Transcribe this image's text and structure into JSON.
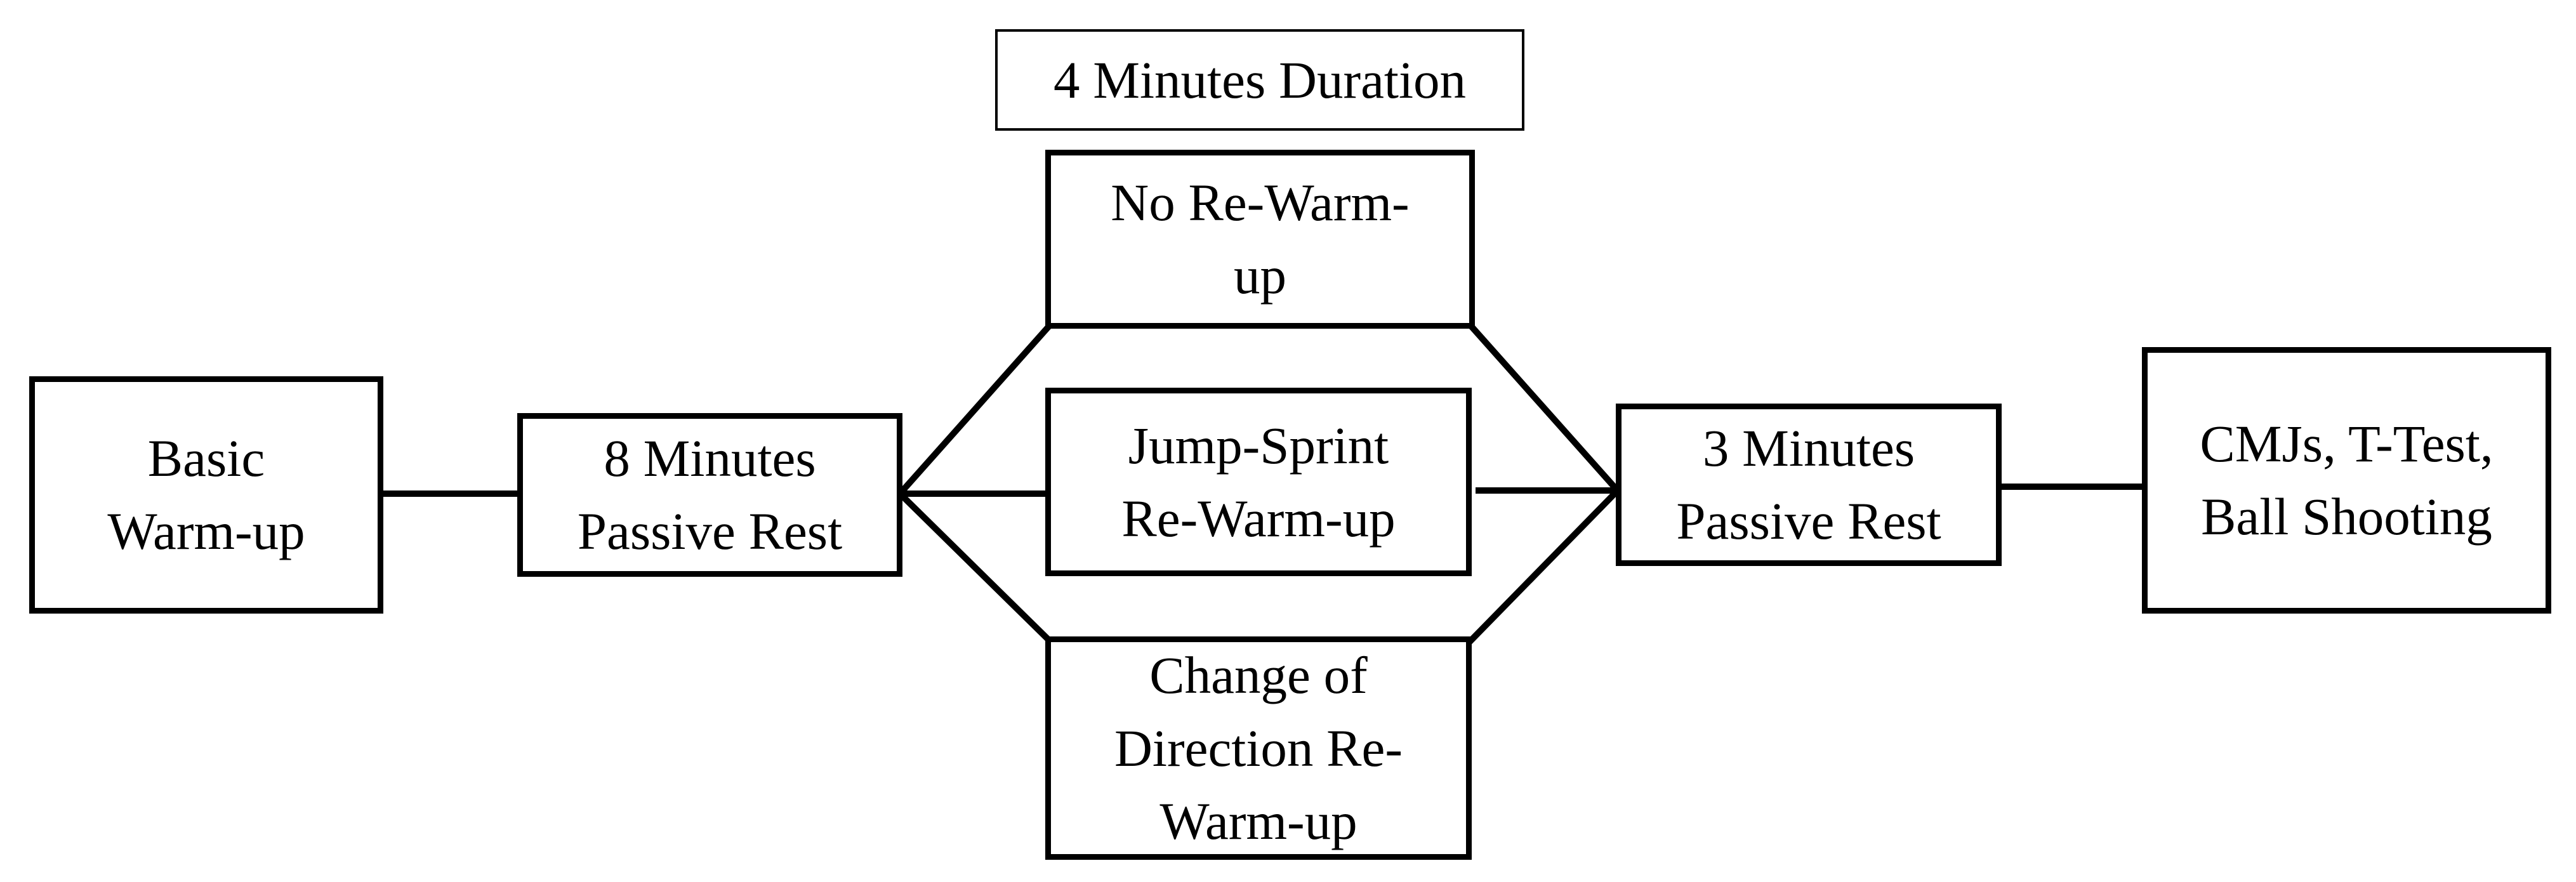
{
  "diagram": {
    "duration_label": "4 Minutes Duration",
    "nodes": {
      "basic_warmup": "Basic\nWarm-up",
      "passive_rest_8": "8 Minutes\nPassive Rest",
      "no_rewarmup": "No Re-Warm-\nup",
      "jump_sprint_rewarmup": "Jump-Sprint\nRe-Warm-up",
      "cod_rewarmup": "Change of\nDirection Re-\nWarm-up",
      "passive_rest_3": "3 Minutes\nPassive Rest",
      "tests": "CMJs, T-Test,\nBall Shooting"
    }
  }
}
